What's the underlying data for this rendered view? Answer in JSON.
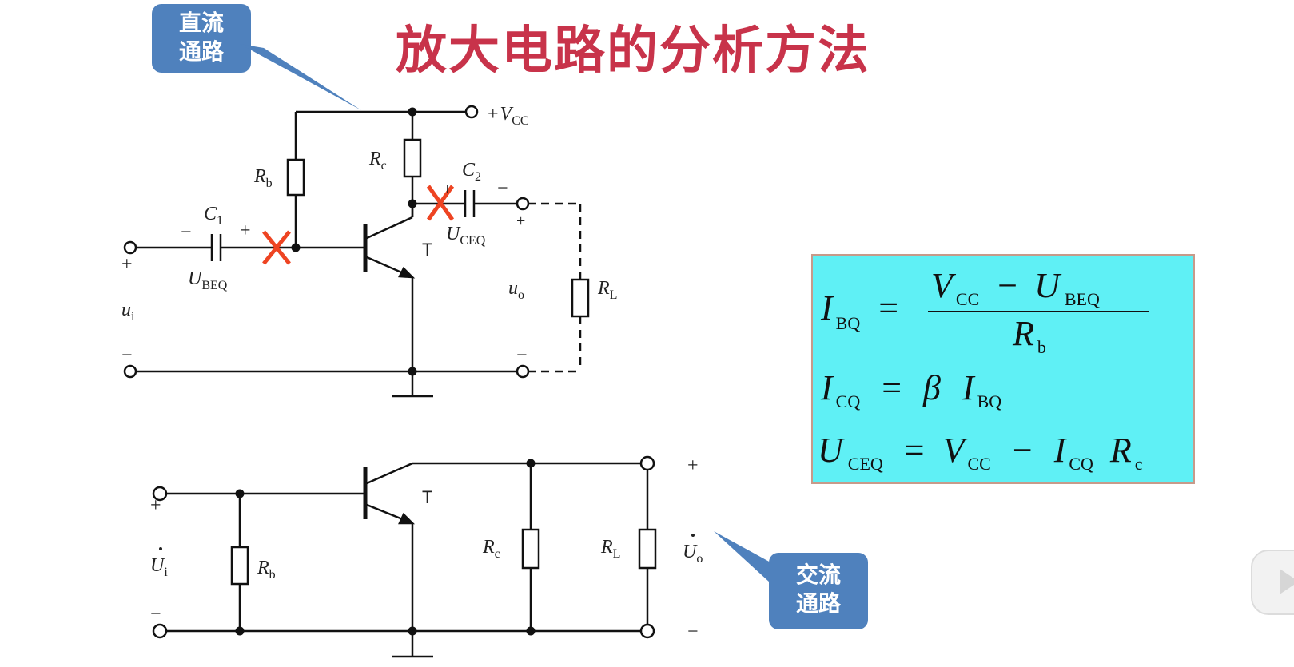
{
  "title": "放大电路的分析方法",
  "callouts": {
    "dc": [
      "直流",
      "通路"
    ],
    "ac": [
      "交流",
      "通路"
    ]
  },
  "dc_circuit": {
    "vcc": "V",
    "vcc_sub": "CC",
    "vcc_sign": "+",
    "rb": "R",
    "rb_sub": "b",
    "rc": "R",
    "rc_sub": "c",
    "c1": "C",
    "c1_sub": "1",
    "c2": "C",
    "c2_sub": "2",
    "transistor": "T",
    "ubeq": "U",
    "ubeq_sub": "BEQ",
    "uceq": "U",
    "uceq_sub": "CEQ",
    "ui": "u",
    "ui_sub": "i",
    "uo": "u",
    "uo_sub": "o",
    "rl": "R",
    "rl_sub": "L",
    "plus": "+",
    "minus": "−"
  },
  "ac_circuit": {
    "transistor": "T",
    "rb": "R",
    "rb_sub": "b",
    "rc": "R",
    "rc_sub": "c",
    "rl": "R",
    "rl_sub": "L",
    "ui": "U",
    "ui_sub": "i",
    "uo": "U",
    "uo_sub": "o",
    "plus": "+",
    "minus": "−"
  },
  "formulas": {
    "f1_lhs": "I",
    "f1_lhs_sub": "BQ",
    "f1_eq": "=",
    "f1_num_a": "V",
    "f1_num_a_sub": "CC",
    "f1_num_op": "−",
    "f1_num_b": "U",
    "f1_num_b_sub": "BEQ",
    "f1_den": "R",
    "f1_den_sub": "b",
    "f2_lhs": "I",
    "f2_lhs_sub": "CQ",
    "f2_eq": "=",
    "f2_beta": "β",
    "f2_i": "I",
    "f2_i_sub": "BQ",
    "f3_lhs": "U",
    "f3_lhs_sub": "CEQ",
    "f3_eq": "=",
    "f3_v": "V",
    "f3_v_sub": "CC",
    "f3_op": "−",
    "f3_i": "I",
    "f3_i_sub": "CQ",
    "f3_r": "R",
    "f3_r_sub": "c"
  },
  "colors": {
    "title": "#c8334a",
    "callout": "#4f81bd",
    "formula_bg": "#5ff0f5",
    "cross": "#ee4422"
  },
  "icons": [
    "play-icon"
  ]
}
